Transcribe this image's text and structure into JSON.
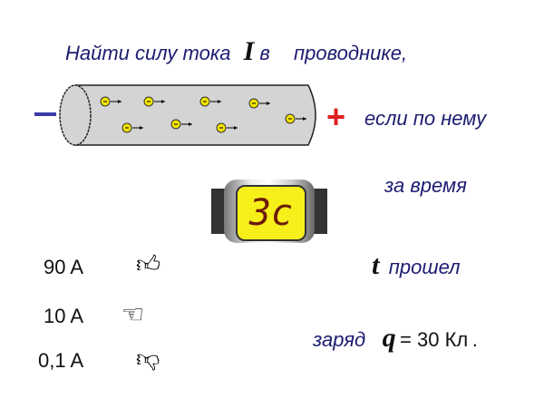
{
  "problem": {
    "line1": "Найти  силу тока",
    "var_I": "I",
    "line1b": "в",
    "line1c": "проводнике,",
    "line2": "если по нему",
    "line3": "за время",
    "var_t": "t",
    "line4": "прошел",
    "line5": "заряд",
    "var_q": "q",
    "charge_value": "= 30 Кл",
    "period": "."
  },
  "terminals": {
    "negative": "−",
    "positive": "+"
  },
  "electron_sign": "-",
  "timer": {
    "display": "3с"
  },
  "answers": [
    {
      "label": "90 A",
      "icon": "thumbs-up-icon"
    },
    {
      "label": "10 A",
      "icon": "pointing-hand-icon"
    },
    {
      "label": "0,1 A",
      "icon": "thumbs-down-icon"
    }
  ],
  "colors": {
    "text": "#1c1c70",
    "negative": "#3a3aa8",
    "positive": "#e02020",
    "electron": "#f2e400",
    "screen": "#f7ef1a"
  }
}
